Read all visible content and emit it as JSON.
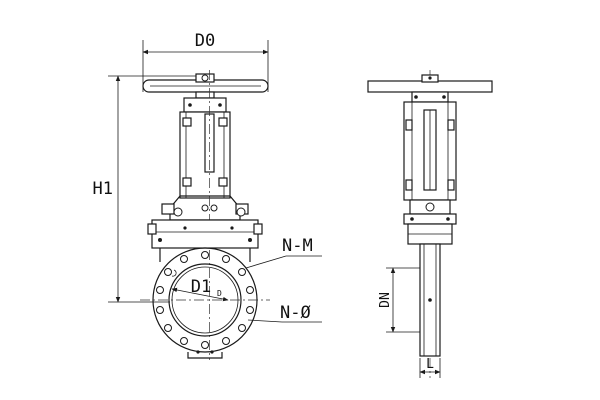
{
  "labels": {
    "d0": "D0",
    "h1": "H1",
    "nm": "N-M",
    "d1": "D1",
    "d_small": "D",
    "n_phi": "N-Ø",
    "dn": "DN",
    "l": "L"
  }
}
